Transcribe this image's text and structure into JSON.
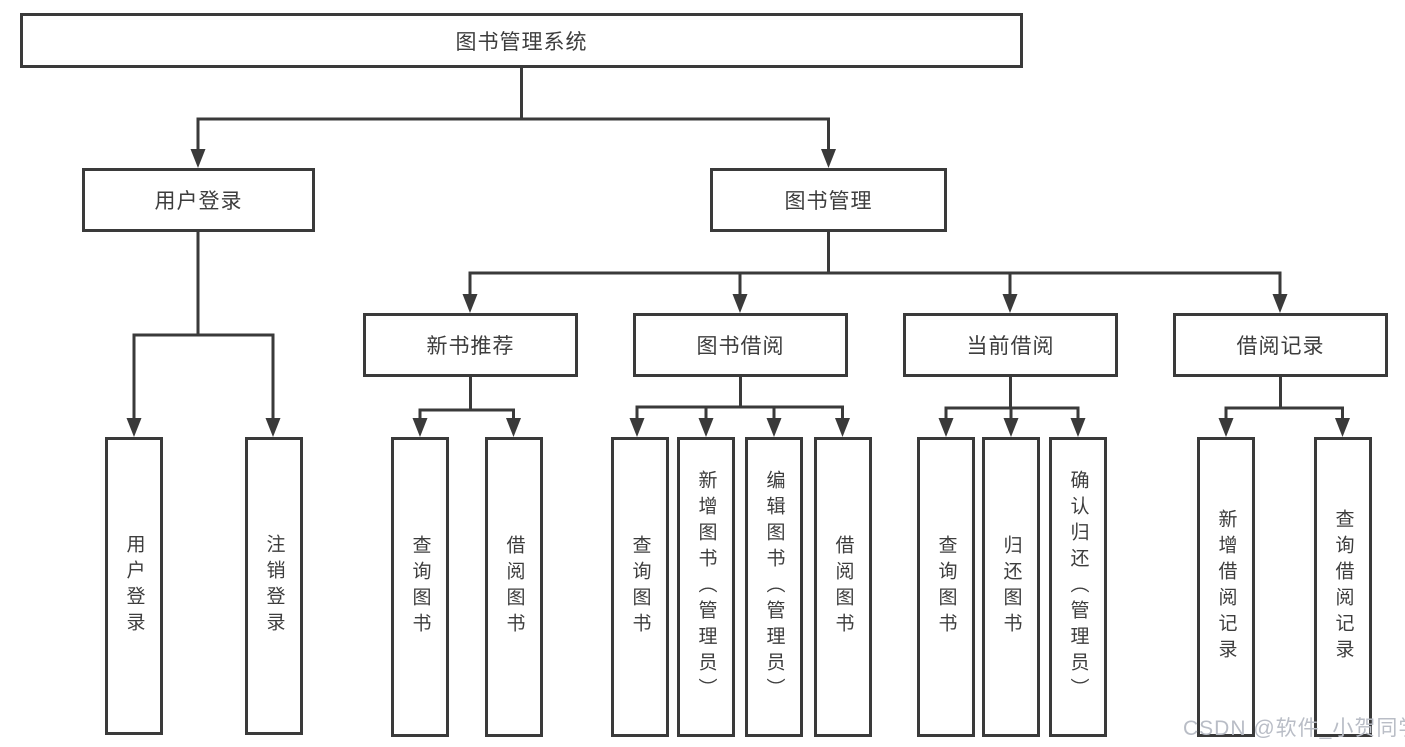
{
  "watermark": {
    "text": "CSDN @软件_小贺同学"
  },
  "colors": {
    "line": "#3a3a3a",
    "box_border": "#3a3a3a",
    "box_background": "#ffffff",
    "watermark_text": "#b9bdc6"
  },
  "tree": {
    "label": "图书管理系统",
    "children": [
      {
        "label": "用户登录",
        "children": [
          {
            "label": "用户登录"
          },
          {
            "label": "注销登录"
          }
        ]
      },
      {
        "label": "图书管理",
        "children": [
          {
            "label": "新书推荐",
            "children": [
              {
                "label": "查询图书"
              },
              {
                "label": "借阅图书"
              }
            ]
          },
          {
            "label": "图书借阅",
            "children": [
              {
                "label": "查询图书"
              },
              {
                "label": "新增图书（管理员）"
              },
              {
                "label": "编辑图书（管理员）"
              },
              {
                "label": "借阅图书"
              }
            ]
          },
          {
            "label": "当前借阅",
            "children": [
              {
                "label": "查询图书"
              },
              {
                "label": "归还图书"
              },
              {
                "label": "确认归还（管理员）"
              }
            ]
          },
          {
            "label": "借阅记录",
            "children": [
              {
                "label": "新增借阅记录"
              },
              {
                "label": "查询借阅记录"
              }
            ]
          }
        ]
      }
    ]
  }
}
